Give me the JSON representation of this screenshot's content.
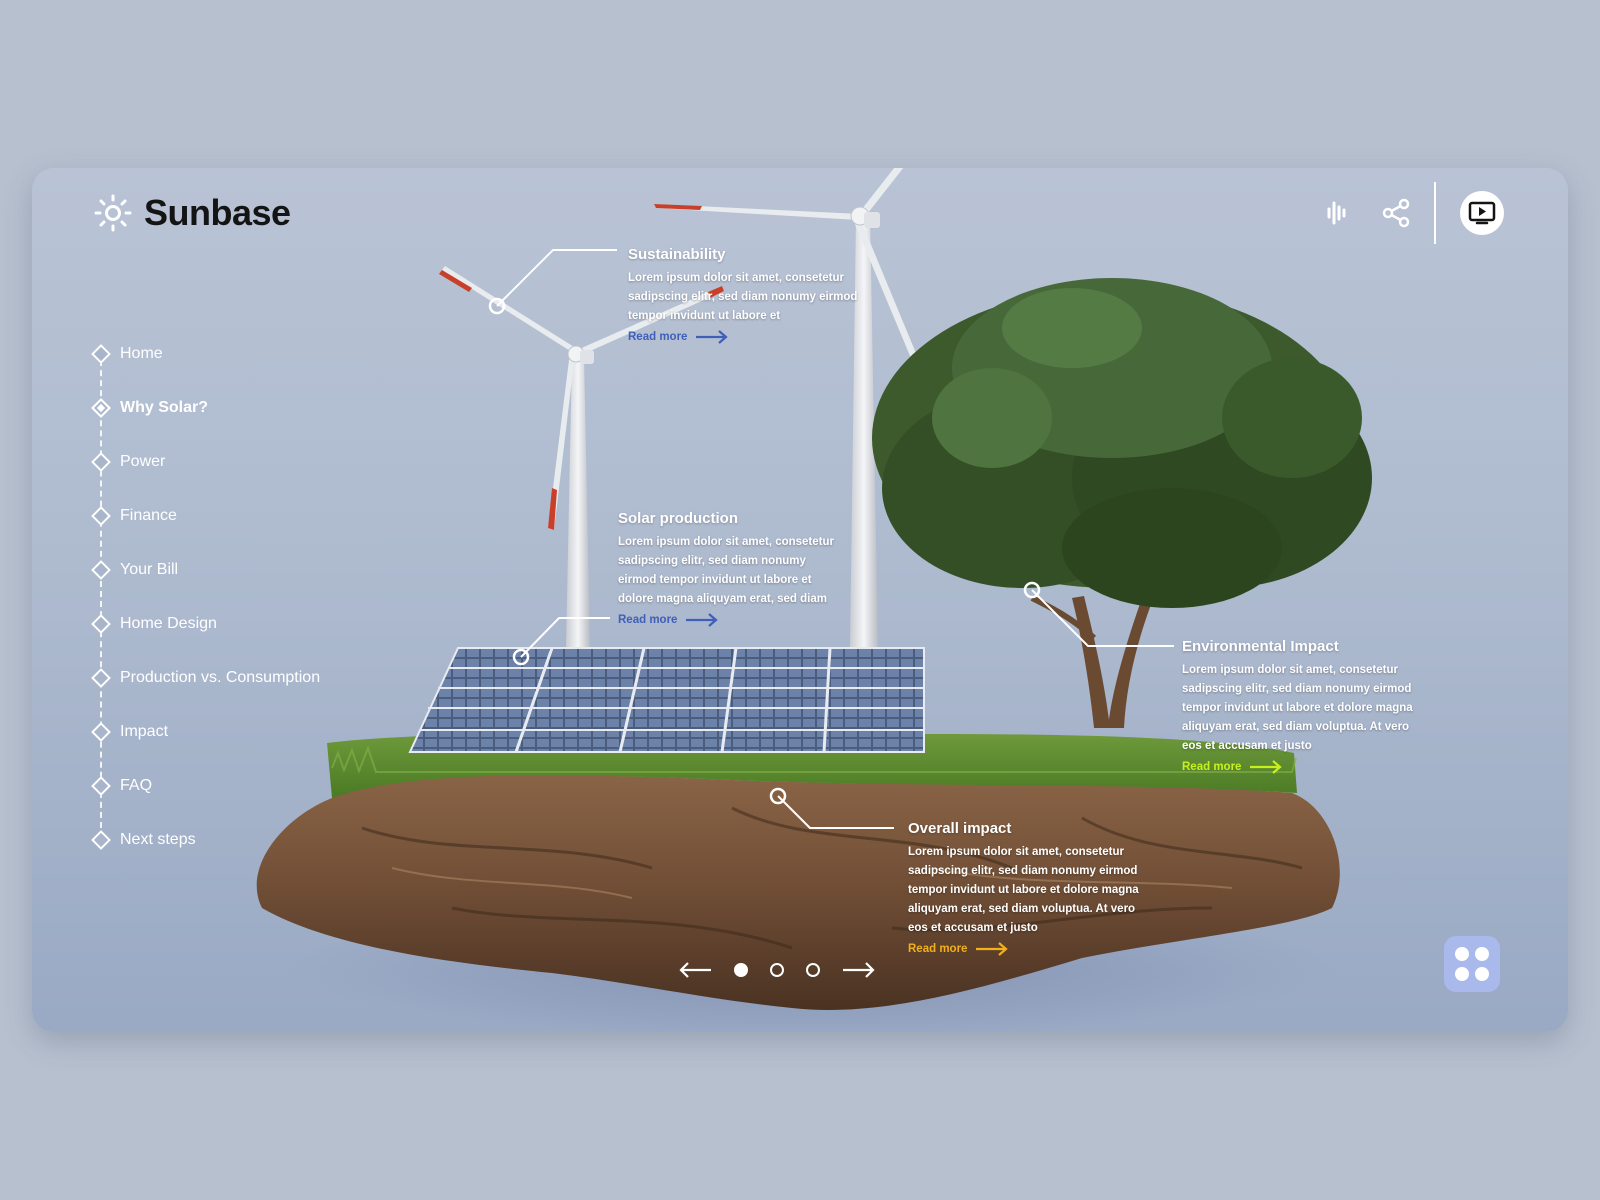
{
  "app": {
    "name": "Sunbase"
  },
  "header": {
    "icons": [
      "audio-wave-icon",
      "share-icon",
      "play-screen-icon"
    ]
  },
  "nav": {
    "items": [
      {
        "label": "Home",
        "active": false
      },
      {
        "label": "Why Solar?",
        "active": true
      },
      {
        "label": "Power",
        "active": false
      },
      {
        "label": "Finance",
        "active": false
      },
      {
        "label": "Your Bill",
        "active": false
      },
      {
        "label": "Home Design",
        "active": false
      },
      {
        "label": "Production vs. Consumption",
        "active": false
      },
      {
        "label": "Impact",
        "active": false
      },
      {
        "label": "FAQ",
        "active": false
      },
      {
        "label": "Next steps",
        "active": false
      }
    ]
  },
  "hotspots": {
    "sustainability": {
      "title": "Sustainability",
      "body": "Lorem ipsum dolor sit amet, consetetur sadipscing elitr, sed diam nonumy eirmod tempor invidunt ut labore et",
      "read_more": "Read more",
      "accent": "#3f5fb8"
    },
    "solar": {
      "title": "Solar production",
      "body": "Lorem ipsum dolor sit amet, consetetur sadipscing elitr, sed diam nonumy eirmod tempor invidunt ut labore et dolore magna aliquyam erat, sed diam",
      "read_more": "Read more",
      "accent": "#3f5fb8"
    },
    "environmental": {
      "title": "Environmental Impact",
      "body": "Lorem ipsum dolor sit amet, consetetur sadipscing elitr, sed diam nonumy eirmod tempor invidunt ut labore et dolore magna aliquyam erat, sed diam voluptua. At vero eos et accusam et justo",
      "read_more": "Read more",
      "accent": "#c8f01e"
    },
    "overall": {
      "title": "Overall impact",
      "body": "Lorem ipsum dolor sit amet, consetetur sadipscing elitr, sed diam nonumy eirmod tempor invidunt ut labore et dolore magna aliquyam erat, sed diam voluptua. At vero eos et accusam et justo",
      "read_more": "Read more",
      "accent": "#f2b01a"
    }
  },
  "pager": {
    "pages": 3,
    "current": 1
  },
  "colors": {
    "background": "#b7c0cf",
    "card": "#aebbcf",
    "grid_button": "#a9b9ec",
    "text": "#ffffff",
    "logo_text": "#141414"
  }
}
